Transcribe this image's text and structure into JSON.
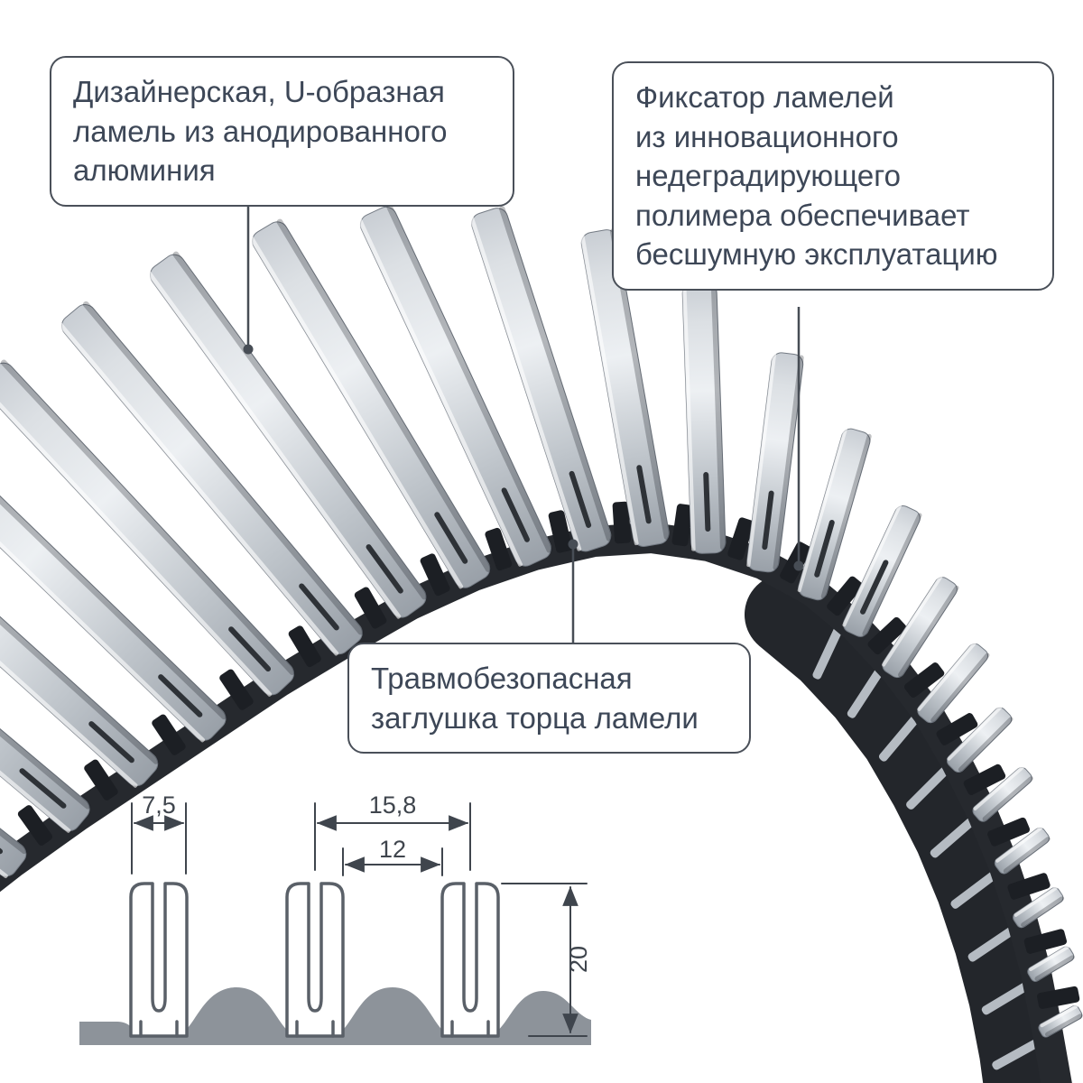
{
  "callouts": {
    "lamella": {
      "lines": [
        "Дизайнерская, U-образная",
        "ламель из анодированного",
        "алюминия"
      ]
    },
    "fixator": {
      "lines": [
        "Фиксатор ламелей",
        "из инновационного",
        "недеградирующего",
        "полимера обеспечивает",
        "бесшумную эксплуатацию"
      ]
    },
    "endcap": {
      "lines": [
        "Травмобезопасная",
        "заглушка торца ламели"
      ]
    }
  },
  "dimensions": {
    "lamella_width": "7,5",
    "pitch": "15,8",
    "gap": "12",
    "height": "20"
  },
  "colors": {
    "outline": "#4a5059",
    "text": "#3d4757",
    "metal_light": "#edf0f3",
    "metal_dark": "#99a0a8",
    "band": "#26292e",
    "section_gray": "#8d939a"
  }
}
